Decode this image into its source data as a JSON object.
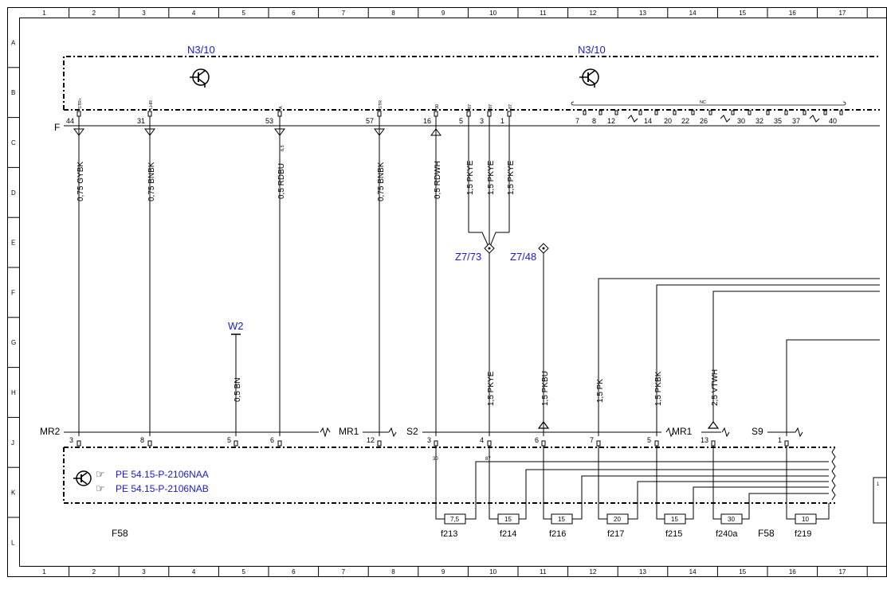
{
  "columns": [
    "1",
    "2",
    "3",
    "4",
    "5",
    "6",
    "7",
    "8",
    "9",
    "10",
    "11",
    "12",
    "13",
    "14",
    "15",
    "16",
    "17"
  ],
  "rows": [
    "A",
    "B",
    "C",
    "D",
    "E",
    "F",
    "G",
    "H",
    "J",
    "K",
    "L"
  ],
  "components": {
    "n3_10_left": "N3/10",
    "n3_10_right": "N3/10",
    "z7_73": "Z7/73",
    "z7_48": "Z7/48",
    "w2": "W2",
    "f58_left": "F58",
    "f58_right": "F58"
  },
  "connectors": {
    "f": "F",
    "mr2": "MR2",
    "mr1_left": "MR1",
    "s2": "S2",
    "mr1_right": "MR1",
    "s9": "S9"
  },
  "pins_n3_10": [
    {
      "num": "44",
      "label": "STR+"
    },
    {
      "num": "31",
      "label": "LHR"
    },
    {
      "num": "53",
      "label": "A"
    },
    {
      "num": "57",
      "label": "STR"
    },
    {
      "num": "16",
      "label": "30"
    },
    {
      "num": "5",
      "label": "87"
    },
    {
      "num": "3",
      "label": "87"
    },
    {
      "num": "1",
      "label": "87"
    }
  ],
  "nc_label": "NC",
  "nc_pins": [
    "7",
    "8",
    "12",
    "14",
    "20",
    "22",
    "26",
    "30",
    "32",
    "35",
    "37",
    "40"
  ],
  "wires_upper": [
    "0,75 GYBK",
    "0,75 BNBK",
    "0,5 RDBU",
    "0,75 BNBK",
    "0,5 RDWH",
    "1,5 PKYE",
    "1,5 PKYE",
    "1,5 PKYE"
  ],
  "wire_53_inline": "6,5",
  "wires_lower": [
    "0,5 BN",
    "1,5 PKYE",
    "1,5 PKBU",
    "1,5 PK",
    "1,5 PKBK",
    "2,5 VTWH"
  ],
  "pins_lower": {
    "mr2": [
      "3",
      "8",
      "5",
      "6"
    ],
    "mr1_left": [
      "12"
    ],
    "s2": [
      "3",
      "4",
      "6",
      "7",
      "5"
    ],
    "s2_sub": [
      "30",
      "87"
    ],
    "mr1_right": [
      "13"
    ],
    "s9": [
      "1"
    ]
  },
  "references": [
    "PE 54.15-P-2106NAA",
    "PE 54.15-P-2106NAB"
  ],
  "fuses": [
    {
      "name": "f213",
      "rating": "7,5"
    },
    {
      "name": "f214",
      "rating": "15"
    },
    {
      "name": "f216",
      "rating": "15"
    },
    {
      "name": "f217",
      "rating": "20"
    },
    {
      "name": "f215",
      "rating": "15"
    },
    {
      "name": "f240a",
      "rating": "30"
    },
    {
      "name": "f219",
      "rating": "10"
    }
  ],
  "edge_ref": "1"
}
